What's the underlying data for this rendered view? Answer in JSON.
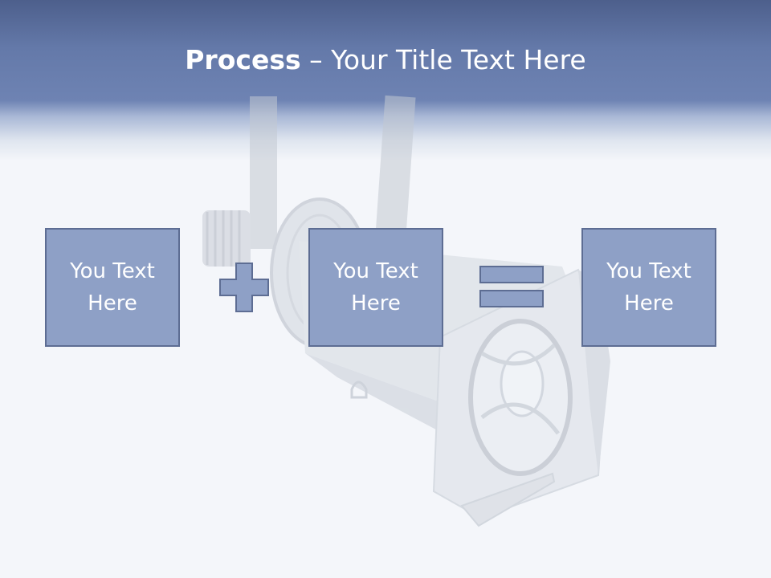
{
  "title": {
    "bold": "Process",
    "separator": " – ",
    "rest": "Your Title Text Here"
  },
  "boxes": [
    {
      "text": "You Text Here"
    },
    {
      "text": "You Text Here"
    },
    {
      "text": "You Text Here"
    }
  ],
  "operators": [
    "plus-icon",
    "equals-icon"
  ],
  "colors": {
    "header": "#6479a9",
    "box_fill": "#8ea0c6",
    "box_border": "#5d6d93",
    "background": "#f4f6fa"
  }
}
